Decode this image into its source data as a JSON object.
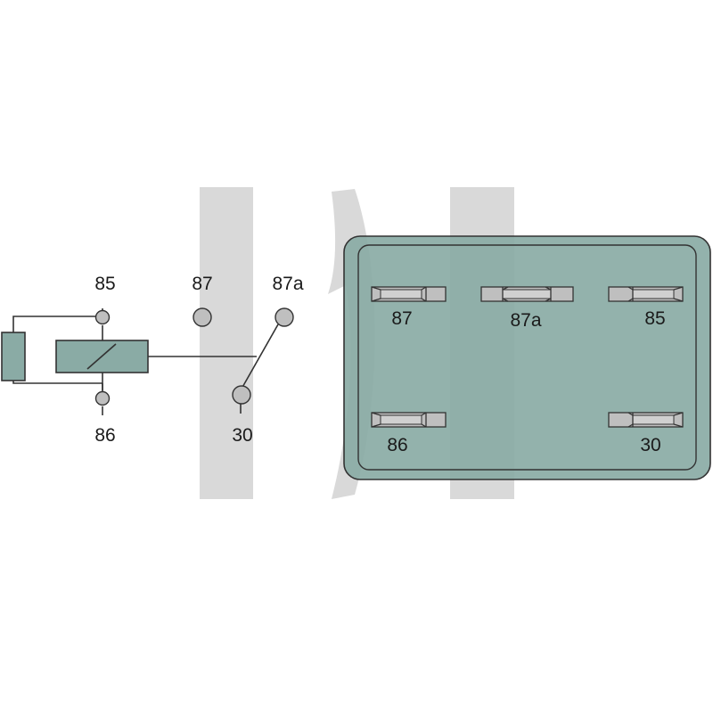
{
  "colors": {
    "component_fill": "#8aaba5",
    "housing_fill": "#8aaba5",
    "housing_stroke": "#333333",
    "watermark": "#d9d9d9",
    "terminal_fill": "#bfbfbf"
  },
  "schematic": {
    "labels": {
      "t85": "85",
      "t86": "86",
      "t87": "87",
      "t87a": "87a",
      "t30": "30"
    }
  },
  "pinout": {
    "pins": {
      "p87": "87",
      "p87a": "87a",
      "p85": "85",
      "p86": "86",
      "p30": "30"
    }
  }
}
